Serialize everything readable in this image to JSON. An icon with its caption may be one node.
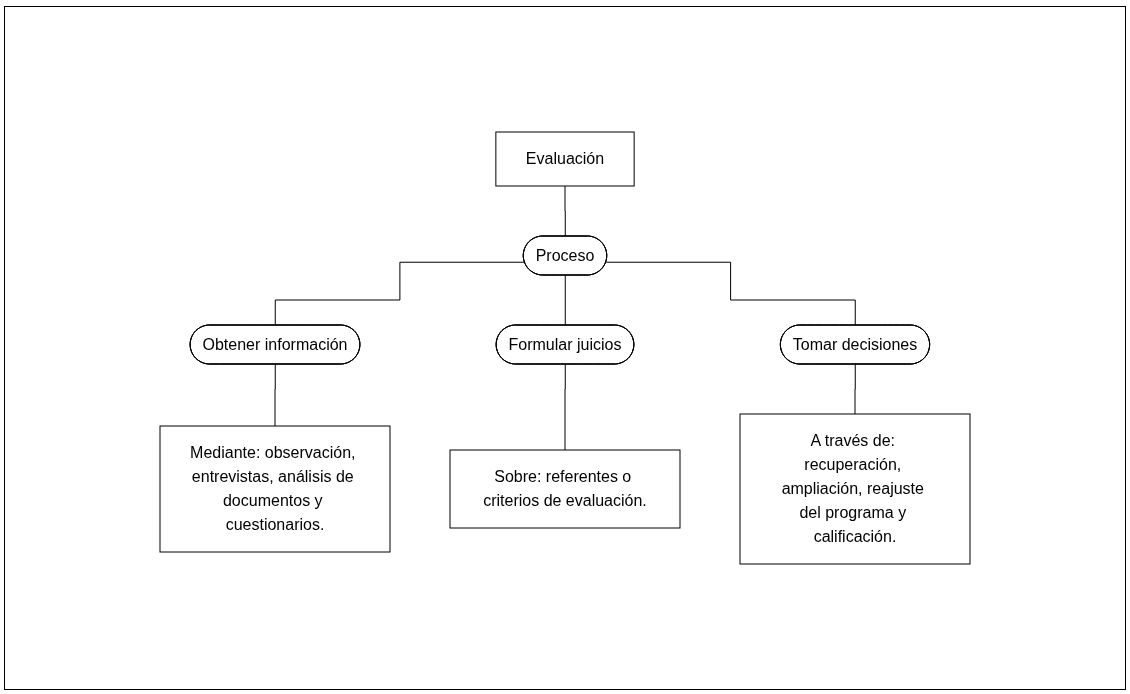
{
  "diagram": {
    "nodes": [
      {
        "text": [
          "Evaluación"
        ]
      },
      {
        "text": [
          "Proceso"
        ]
      },
      {
        "text": [
          "Obtener información"
        ]
      },
      {
        "text": [
          "Formular juicios"
        ]
      },
      {
        "text": [
          "Tomar decisiones"
        ]
      },
      {
        "text": [
          "Mediante: observación, entrevistas, análisis de documentos y cuestionarios."
        ]
      },
      {
        "text": [
          "Sobre: referentes o criterios de evaluación."
        ]
      },
      {
        "text": [
          "A través de: recuperación, ampliación, reajuste del programa y calificación."
        ]
      }
    ],
    "edges": [
      {
        "from": 0,
        "to": 1,
        "arrow": "none"
      },
      {
        "from": 1,
        "to": 2,
        "arrow": "none"
      },
      {
        "from": 1,
        "to": 3,
        "arrow": "none"
      },
      {
        "from": 1,
        "to": 4,
        "arrow": "none"
      },
      {
        "from": 2,
        "to": 5,
        "arrow": "none"
      },
      {
        "from": 3,
        "to": 6,
        "arrow": "none"
      },
      {
        "from": 4,
        "to": 7,
        "arrow": "none"
      }
    ]
  }
}
